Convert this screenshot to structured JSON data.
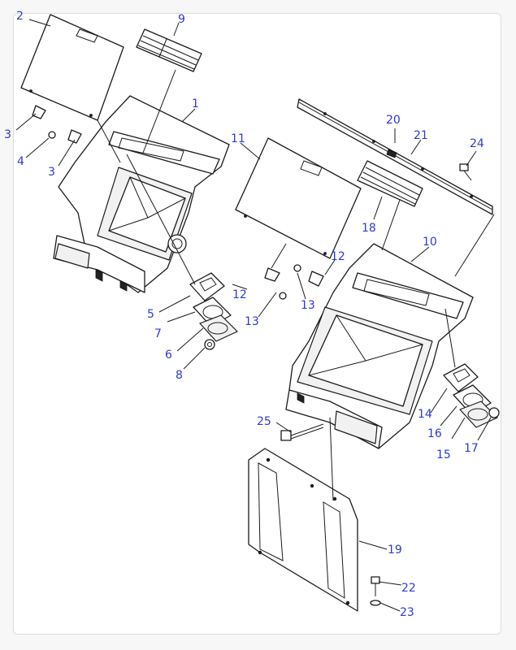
{
  "callouts": [
    {
      "label": "2"
    },
    {
      "label": "9"
    },
    {
      "label": "1"
    },
    {
      "label": "3"
    },
    {
      "label": "4"
    },
    {
      "label": "3"
    },
    {
      "label": "11"
    },
    {
      "label": "20"
    },
    {
      "label": "21"
    },
    {
      "label": "24"
    },
    {
      "label": "18"
    },
    {
      "label": "10"
    },
    {
      "label": "12"
    },
    {
      "label": "12"
    },
    {
      "label": "13"
    },
    {
      "label": "13"
    },
    {
      "label": "5"
    },
    {
      "label": "7"
    },
    {
      "label": "6"
    },
    {
      "label": "8"
    },
    {
      "label": "14"
    },
    {
      "label": "16"
    },
    {
      "label": "15"
    },
    {
      "label": "17"
    },
    {
      "label": "25"
    },
    {
      "label": "19"
    },
    {
      "label": "22"
    },
    {
      "label": "23"
    }
  ],
  "colors": {
    "callout": "#2b3ad6",
    "line": "#1b1b1b",
    "frame_border": "#dcdcdc"
  }
}
